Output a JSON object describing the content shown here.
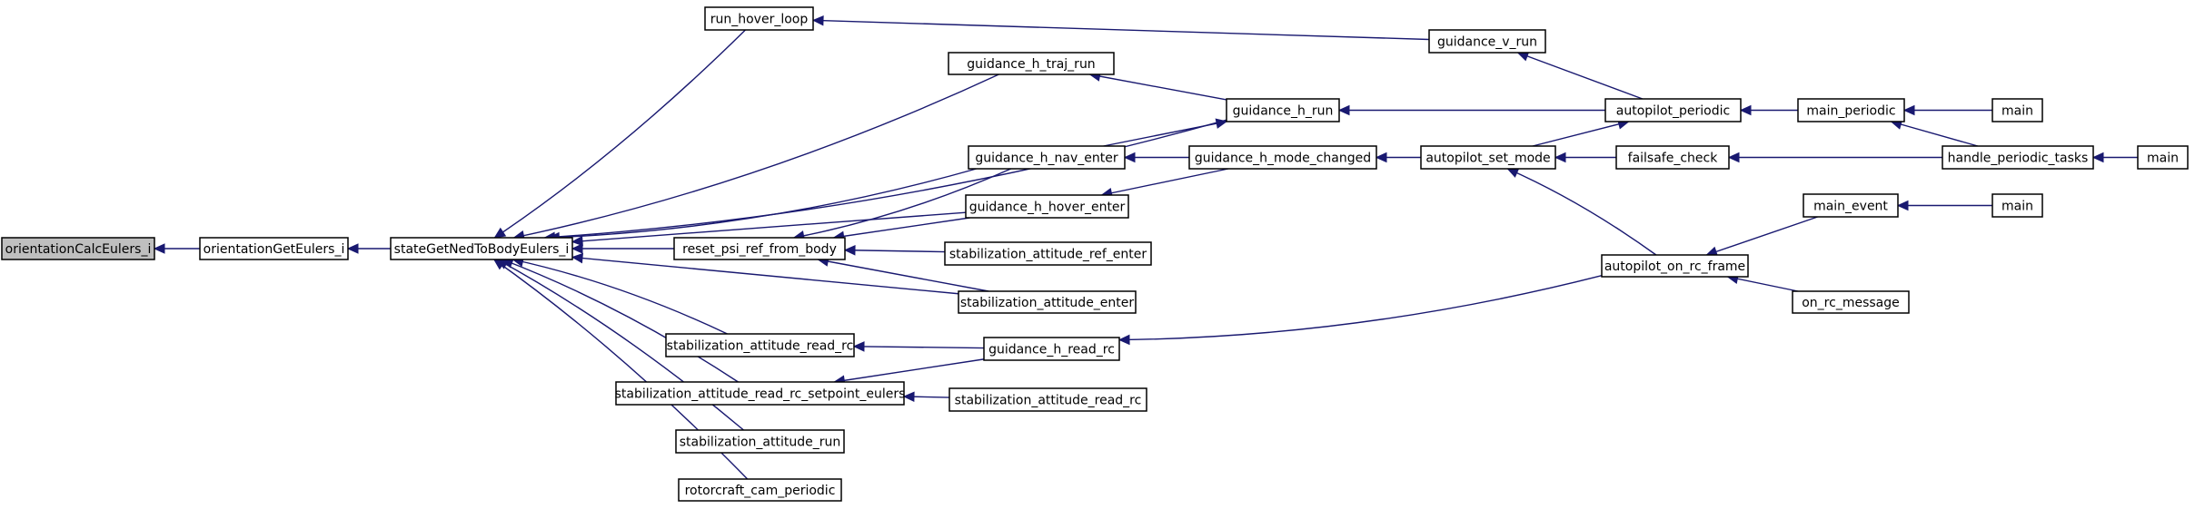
{
  "graph": {
    "nodes": [
      {
        "id": "orientationCalcEulers_i",
        "label": "orientationCalcEulers_i",
        "root": true
      },
      {
        "id": "orientationGetEulers_i",
        "label": "orientationGetEulers_i"
      },
      {
        "id": "stateGetNedToBodyEulers_i",
        "label": "stateGetNedToBodyEulers_i"
      },
      {
        "id": "run_hover_loop",
        "label": "run_hover_loop"
      },
      {
        "id": "guidance_h_traj_run",
        "label": "guidance_h_traj_run"
      },
      {
        "id": "guidance_h_nav_enter",
        "label": "guidance_h_nav_enter"
      },
      {
        "id": "guidance_h_hover_enter",
        "label": "guidance_h_hover_enter"
      },
      {
        "id": "reset_psi_ref_from_body",
        "label": "reset_psi_ref_from_body"
      },
      {
        "id": "stabilization_attitude_read_rc",
        "label": "stabilization_attitude_read_rc"
      },
      {
        "id": "stabilization_attitude_read_rc_setpoint_eulers",
        "label": "stabilization_attitude_read_rc_setpoint_eulers"
      },
      {
        "id": "stabilization_attitude_run",
        "label": "stabilization_attitude_run"
      },
      {
        "id": "rotorcraft_cam_periodic",
        "label": "rotorcraft_cam_periodic"
      },
      {
        "id": "guidance_h_run",
        "label": "guidance_h_run"
      },
      {
        "id": "guidance_h_mode_changed",
        "label": "guidance_h_mode_changed"
      },
      {
        "id": "stabilization_attitude_ref_enter",
        "label": "stabilization_attitude_ref_enter"
      },
      {
        "id": "stabilization_attitude_enter",
        "label": "stabilization_attitude_enter"
      },
      {
        "id": "guidance_h_read_rc",
        "label": "guidance_h_read_rc"
      },
      {
        "id": "stabilization_attitude_read_rc_2",
        "label": "stabilization_attitude_read_rc"
      },
      {
        "id": "guidance_v_run",
        "label": "guidance_v_run"
      },
      {
        "id": "autopilot_set_mode",
        "label": "autopilot_set_mode"
      },
      {
        "id": "autopilot_periodic",
        "label": "autopilot_periodic"
      },
      {
        "id": "failsafe_check",
        "label": "failsafe_check"
      },
      {
        "id": "autopilot_on_rc_frame",
        "label": "autopilot_on_rc_frame"
      },
      {
        "id": "main_periodic",
        "label": "main_periodic"
      },
      {
        "id": "main_event",
        "label": "main_event"
      },
      {
        "id": "on_rc_message",
        "label": "on_rc_message"
      },
      {
        "id": "main_1",
        "label": "main"
      },
      {
        "id": "handle_periodic_tasks",
        "label": "handle_periodic_tasks"
      },
      {
        "id": "main_2",
        "label": "main"
      },
      {
        "id": "main_3",
        "label": "main"
      }
    ],
    "edges": [
      [
        "orientationGetEulers_i",
        "orientationCalcEulers_i"
      ],
      [
        "stateGetNedToBodyEulers_i",
        "orientationGetEulers_i"
      ],
      [
        "run_hover_loop",
        "stateGetNedToBodyEulers_i"
      ],
      [
        "guidance_h_traj_run",
        "stateGetNedToBodyEulers_i"
      ],
      [
        "guidance_h_run",
        "stateGetNedToBodyEulers_i"
      ],
      [
        "guidance_h_nav_enter",
        "stateGetNedToBodyEulers_i"
      ],
      [
        "guidance_h_hover_enter",
        "stateGetNedToBodyEulers_i"
      ],
      [
        "reset_psi_ref_from_body",
        "stateGetNedToBodyEulers_i"
      ],
      [
        "stabilization_attitude_enter",
        "stateGetNedToBodyEulers_i"
      ],
      [
        "stabilization_attitude_read_rc",
        "stateGetNedToBodyEulers_i"
      ],
      [
        "stabilization_attitude_read_rc_setpoint_eulers",
        "stateGetNedToBodyEulers_i"
      ],
      [
        "stabilization_attitude_run",
        "stateGetNedToBodyEulers_i"
      ],
      [
        "rotorcraft_cam_periodic",
        "stateGetNedToBodyEulers_i"
      ],
      [
        "guidance_v_run",
        "run_hover_loop"
      ],
      [
        "guidance_h_run",
        "guidance_h_traj_run"
      ],
      [
        "guidance_h_nav_enter",
        "reset_psi_ref_from_body"
      ],
      [
        "guidance_h_hover_enter",
        "reset_psi_ref_from_body"
      ],
      [
        "stabilization_attitude_ref_enter",
        "reset_psi_ref_from_body"
      ],
      [
        "stabilization_attitude_enter",
        "reset_psi_ref_from_body"
      ],
      [
        "guidance_h_read_rc",
        "stabilization_attitude_read_rc"
      ],
      [
        "guidance_h_read_rc",
        "stabilization_attitude_read_rc_setpoint_eulers"
      ],
      [
        "stabilization_attitude_read_rc_2",
        "stabilization_attitude_read_rc_setpoint_eulers"
      ],
      [
        "guidance_h_nav_enter",
        "guidance_h_run"
      ],
      [
        "guidance_h_mode_changed",
        "guidance_h_nav_enter"
      ],
      [
        "guidance_h_mode_changed",
        "guidance_h_hover_enter"
      ],
      [
        "autopilot_on_rc_frame",
        "guidance_h_read_rc"
      ],
      [
        "autopilot_periodic",
        "guidance_v_run"
      ],
      [
        "autopilot_periodic",
        "guidance_h_run"
      ],
      [
        "autopilot_set_mode",
        "guidance_h_mode_changed"
      ],
      [
        "autopilot_set_mode",
        "autopilot_periodic"
      ],
      [
        "failsafe_check",
        "autopilot_set_mode"
      ],
      [
        "autopilot_on_rc_frame",
        "autopilot_set_mode"
      ],
      [
        "main_periodic",
        "autopilot_periodic"
      ],
      [
        "handle_periodic_tasks",
        "failsafe_check"
      ],
      [
        "main_event",
        "autopilot_on_rc_frame"
      ],
      [
        "on_rc_message",
        "autopilot_on_rc_frame"
      ],
      [
        "main_1",
        "main_periodic"
      ],
      [
        "handle_periodic_tasks",
        "main_periodic"
      ],
      [
        "main_2",
        "handle_periodic_tasks"
      ],
      [
        "main_3",
        "main_event"
      ]
    ]
  }
}
